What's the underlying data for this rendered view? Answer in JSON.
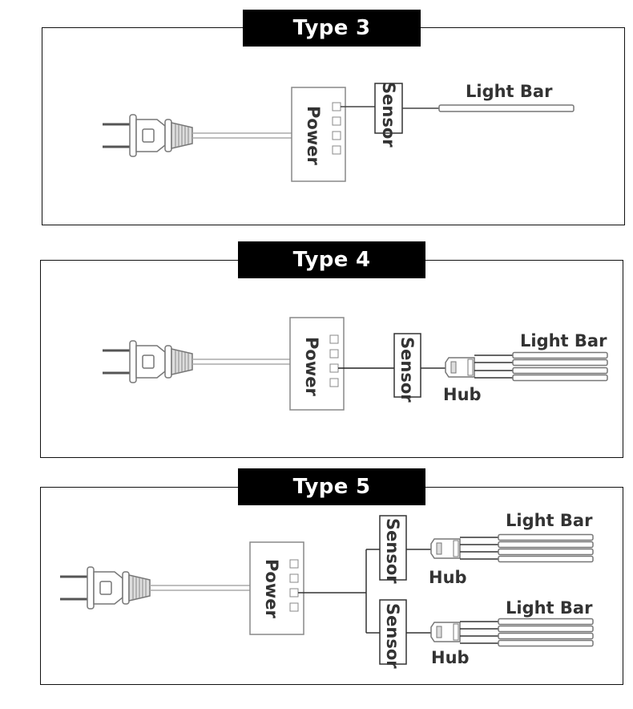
{
  "diagrams": [
    {
      "title": "Type 3",
      "power_label": "Power",
      "sensors": [
        {
          "label": "Sensor"
        }
      ],
      "hubs": [],
      "light_bar_groups": [
        {
          "label": "Light Bar",
          "bar_count": 1
        }
      ]
    },
    {
      "title": "Type 4",
      "power_label": "Power",
      "sensors": [
        {
          "label": "Sensor"
        }
      ],
      "hubs": [
        {
          "label": "Hub"
        }
      ],
      "light_bar_groups": [
        {
          "label": "Light Bar",
          "bar_count": 4
        }
      ]
    },
    {
      "title": "Type 5",
      "power_label": "Power",
      "sensors": [
        {
          "label": "Sensor"
        },
        {
          "label": "Sensor"
        }
      ],
      "hubs": [
        {
          "label": "Hub"
        },
        {
          "label": "Hub"
        }
      ],
      "light_bar_groups": [
        {
          "label": "Light Bar",
          "bar_count": 4
        },
        {
          "label": "Light Bar",
          "bar_count": 4
        }
      ]
    }
  ],
  "colors": {
    "title_bg": "#000000",
    "title_text": "#ffffff",
    "line": "#333333",
    "outline": "#777777"
  }
}
